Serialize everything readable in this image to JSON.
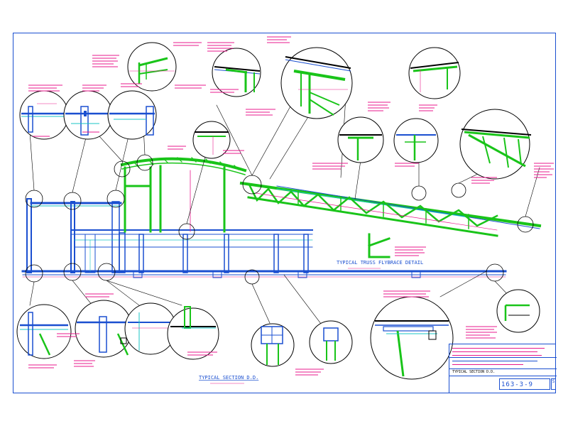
{
  "drawing": {
    "section_title": "TYPICAL SECTION D.D.",
    "detail_title": "TYPICAL TRUSS FLYBRACE DETAIL",
    "sheet_number": "163-3-9",
    "revision": "S",
    "sheet_title": "TYPICAL SECTION D.D."
  },
  "colors": {
    "structure_green": "#19c419",
    "outline_blue": "#1a4fd0",
    "annotation_magenta": "#e8188c",
    "cyan": "#19c4c4",
    "black": "#000000"
  }
}
